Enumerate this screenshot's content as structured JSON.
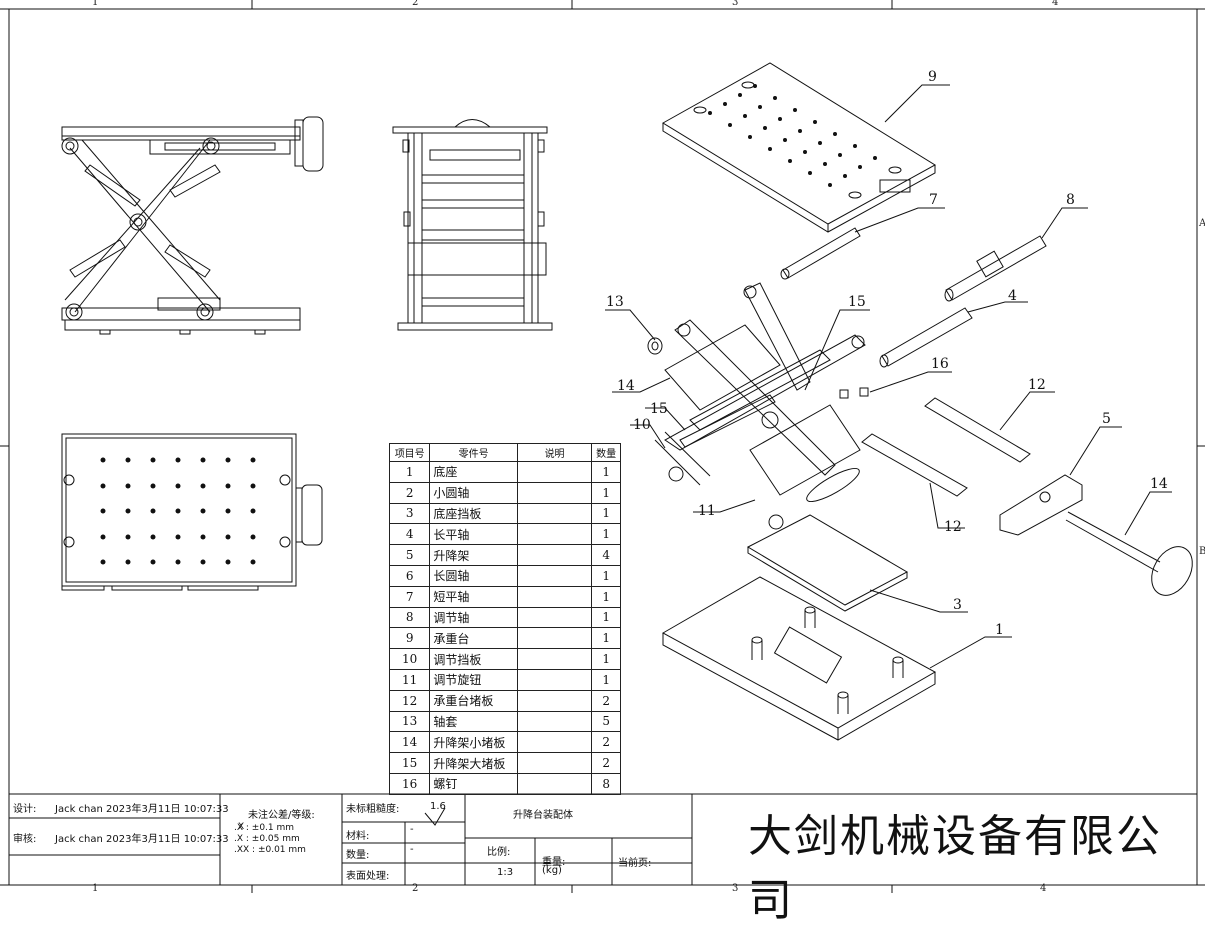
{
  "zones": {
    "top": [
      "1",
      "2",
      "3",
      "4"
    ],
    "bottom": [
      "1",
      "2",
      "3",
      "4"
    ],
    "right": [
      "A",
      "B"
    ]
  },
  "bom": {
    "headers": [
      "项目号",
      "零件号",
      "说明",
      "数量"
    ],
    "rows": [
      {
        "no": "1",
        "name": "底座",
        "note": "",
        "qty": "1"
      },
      {
        "no": "2",
        "name": "小圆轴",
        "note": "",
        "qty": "1"
      },
      {
        "no": "3",
        "name": "底座挡板",
        "note": "",
        "qty": "1"
      },
      {
        "no": "4",
        "name": "长平轴",
        "note": "",
        "qty": "1"
      },
      {
        "no": "5",
        "name": "升降架",
        "note": "",
        "qty": "4"
      },
      {
        "no": "6",
        "name": "长圆轴",
        "note": "",
        "qty": "1"
      },
      {
        "no": "7",
        "name": "短平轴",
        "note": "",
        "qty": "1"
      },
      {
        "no": "8",
        "name": "调节轴",
        "note": "",
        "qty": "1"
      },
      {
        "no": "9",
        "name": "承重台",
        "note": "",
        "qty": "1"
      },
      {
        "no": "10",
        "name": "调节挡板",
        "note": "",
        "qty": "1"
      },
      {
        "no": "11",
        "name": "调节旋钮",
        "note": "",
        "qty": "1"
      },
      {
        "no": "12",
        "name": "承重台堵板",
        "note": "",
        "qty": "2"
      },
      {
        "no": "13",
        "name": "轴套",
        "note": "",
        "qty": "5"
      },
      {
        "no": "14",
        "name": "升降架小堵板",
        "note": "",
        "qty": "2"
      },
      {
        "no": "15",
        "name": "升降架大堵板",
        "note": "",
        "qty": "2"
      },
      {
        "no": "16",
        "name": "螺钉",
        "note": "",
        "qty": "8"
      }
    ]
  },
  "callouts": [
    "9",
    "7",
    "8",
    "4",
    "15",
    "13",
    "14",
    "16",
    "12",
    "5",
    "15",
    "10",
    "14",
    "11",
    "12",
    "3",
    "1"
  ],
  "title_block": {
    "design_label": "设计:",
    "design_value": "Jack chan 2023年3月11日 10:07:33",
    "review_label": "审核:",
    "review_value": "Jack chan 2023年3月11日 10:07:33",
    "tolerance_title": "未注公差/等级:",
    "tol_x": ".X   :   ±0.1   mm",
    "tol_xx": ".X   :   ±0.05  mm",
    "tol_xxx": ".XX  :   ±0.01  mm",
    "tol_x_label": "X",
    "roughness_label": "未标粗糙度:",
    "roughness_value": "1.6",
    "material_label": "材料:",
    "material_value": "-",
    "quantity_label": "数量:",
    "quantity_value": "-",
    "surface_label": "表面处理:",
    "drawing_title": "升降台装配体",
    "scale_label": "比例:",
    "scale_value": "1:3",
    "weight_label": "重量:",
    "weight_unit": "(kg)",
    "page_label": "当前页:",
    "company": "大剑机械设备有限公司"
  }
}
